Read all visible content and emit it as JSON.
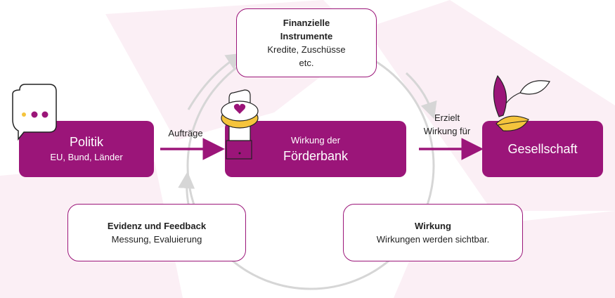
{
  "nodes": {
    "politik": {
      "title": "Politik",
      "subtitle": "EU, Bund, Länder"
    },
    "foerderbank": {
      "title_line1": "Wirkung der",
      "title_line2": "Förderbank"
    },
    "gesellschaft": {
      "title": "Gesellschaft"
    },
    "instrumente": {
      "title_line1": "Finanzielle",
      "title_line2": "Instrumente",
      "body_line1": "Kredite, Zuschüsse",
      "body_line2": "etc."
    },
    "evidenz": {
      "title": "Evidenz und Feedback",
      "body": "Messung, Evaluierung"
    },
    "wirkung": {
      "title": "Wirkung",
      "body": "Wirkungen werden sichtbar."
    }
  },
  "edges": {
    "auftraege": "Aufträge",
    "erzielt_line1": "Erzielt",
    "erzielt_line2": "Wirkung für"
  },
  "colors": {
    "accent": "#9b1579",
    "cycle": "#d6d6d6",
    "background_shape": "#fbeff5",
    "yellow": "#f5c43c"
  },
  "icons": [
    "speech-bubble-icon",
    "hand-heart-coin-icon",
    "leaves-icon"
  ]
}
